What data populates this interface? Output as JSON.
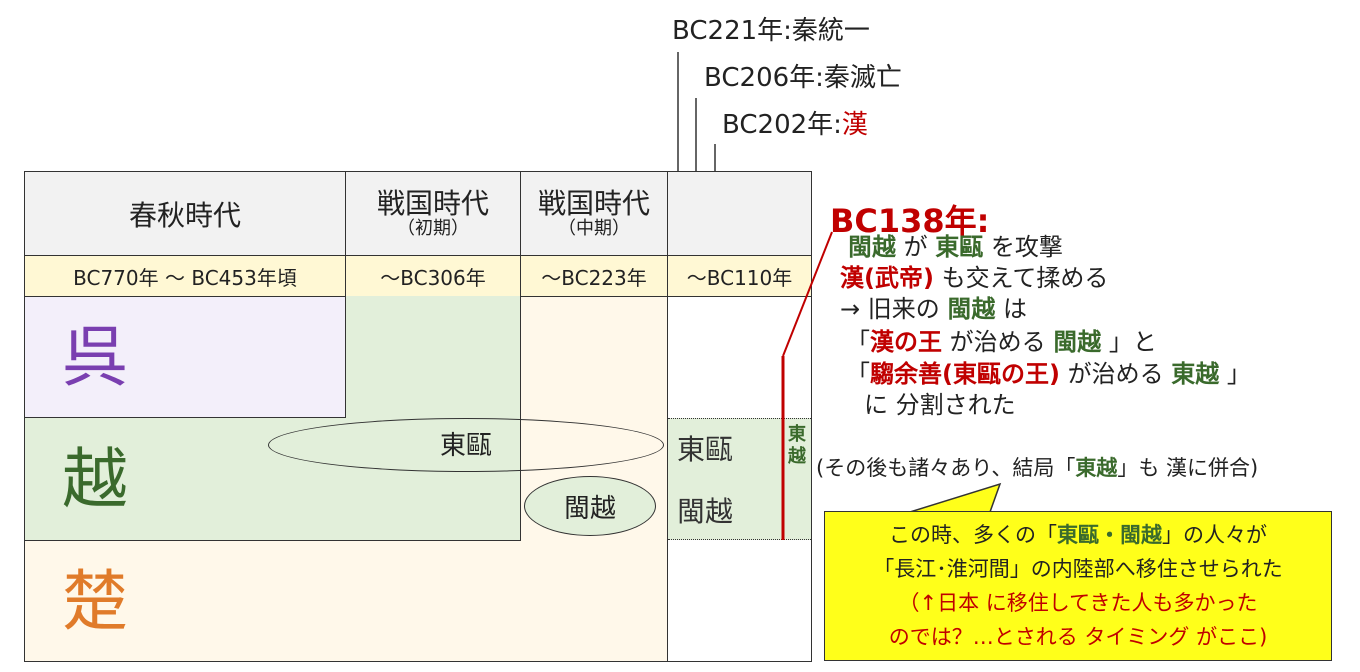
{
  "top_events": {
    "e1": "BC221年:秦統一",
    "e2": "BC206年:秦滅亡",
    "e3_prefix": "BC202年:",
    "e3_han": "漢"
  },
  "table": {
    "headers": {
      "spring_autumn": "春秋時代",
      "warring_early": "戦国時代",
      "warring_early_sub": "（初期）",
      "warring_mid": "戦国時代",
      "warring_mid_sub": "（中期）"
    },
    "years": {
      "y1": "BC770年 ～ BC453年頃",
      "y2": "～BC306年",
      "y3": "～BC223年",
      "y4": "～BC110年"
    },
    "states": {
      "wu": "呉",
      "yue": "越",
      "chu": "楚"
    },
    "regions": {
      "dongou_ellipse": "東甌",
      "minyue_ellipse": "閩越",
      "dongou_cell": "東甌",
      "minyue_cell": "閩越",
      "dongyue_vertical_1": "東",
      "dongyue_vertical_2": "越"
    }
  },
  "annotation": {
    "title": "BC138年:",
    "l1_a": "閩越",
    "l1_b": " が ",
    "l1_c": "東甌",
    "l1_d": " を攻撃",
    "l2_a": "漢(武帝)",
    "l2_b": " も交えて揉める",
    "l3_a": "→ 旧来の ",
    "l3_b": "閩越",
    "l3_c": " は",
    "l4_a": "「",
    "l4_b": "漢の王",
    "l4_c": " が治める ",
    "l4_d": "閩越",
    "l4_e": " 」と",
    "l5_a": "「",
    "l5_b": "騶余善(東甌の王)",
    "l5_c": " が治める ",
    "l5_d": "東越",
    "l5_e": " 」",
    "l6": "に 分割された"
  },
  "later_note": {
    "a": "(その後も諸々あり、結局「",
    "b": "東越",
    "c": "」も 漢に併合)"
  },
  "callout": {
    "l1_a": "この時、多くの「",
    "l1_b": "東甌・閩越",
    "l1_c": "」の人々が",
    "l2": "「長江･淮河間」の内陸部へ移住させられた",
    "l3": "（↑日本 に移住してきた人も多かった",
    "l4": "のでは？…とされる タイミング がここ)"
  },
  "colors": {
    "wu_fill": "#f3effa",
    "wu_text": "#7a3fb0",
    "yue_fill": "#e2efda",
    "yue_text": "#3a6a2c",
    "chu_fill": "#fff8ea",
    "chu_text": "#e07b2a",
    "header_fill": "#f2f2f2",
    "year_fill": "#fff8d4",
    "callout_fill": "#ffff1a",
    "red": "#c00000"
  }
}
